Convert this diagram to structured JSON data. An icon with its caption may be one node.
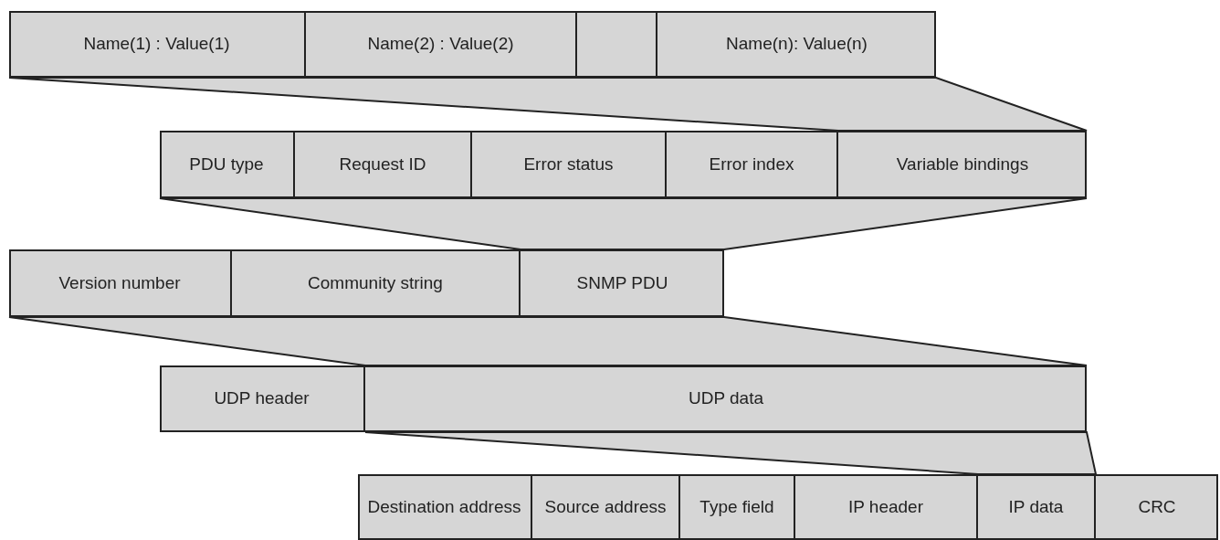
{
  "diagram": {
    "nodes": [
      {
        "text": [],
        "shape": "bar"
      },
      {
        "text": [
          "Name(1) : Value(1)"
        ],
        "in": 0
      },
      {
        "text": [
          "Name(2) : Value(2)"
        ],
        "in": 0
      },
      {
        "text": [],
        "shape": "box",
        "in": 0
      },
      {
        "text": [
          "Name(n): Value(n)"
        ],
        "in": 0
      },
      {
        "text": [],
        "shape": "bar"
      },
      {
        "text": [
          "PDU type"
        ],
        "in": 5
      },
      {
        "text": [
          "Request ID"
        ],
        "in": 5
      },
      {
        "text": [
          "Error status"
        ],
        "in": 5
      },
      {
        "text": [
          "Error index"
        ],
        "in": 5
      },
      {
        "text": [
          "Variable bindings"
        ],
        "in": 5
      },
      {
        "text": [],
        "shape": "bar"
      },
      {
        "text": [
          "Version number"
        ],
        "in": 11
      },
      {
        "text": [
          "Community string"
        ],
        "in": 11
      },
      {
        "text": [
          "SNMP PDU"
        ],
        "in": 11
      },
      {
        "text": [],
        "shape": "bar"
      },
      {
        "text": [
          "UDP header"
        ],
        "in": 15
      },
      {
        "text": [
          "UDP data"
        ],
        "in": 15
      },
      {
        "text": [],
        "shape": "bar"
      },
      {
        "text": [
          "Destination address"
        ],
        "in": 18
      },
      {
        "text": [
          "Source address"
        ],
        "in": 18
      },
      {
        "text": [
          "Type field"
        ],
        "in": 18
      },
      {
        "text": [
          "IP header"
        ],
        "in": 18
      },
      {
        "text": [
          "IP data"
        ],
        "in": 18
      },
      {
        "text": [
          "CRC"
        ],
        "in": 18
      }
    ],
    "edges": [
      {
        "from": 0,
        "to": 10,
        "arrow": "none"
      },
      {
        "from": 5,
        "to": 14,
        "arrow": "none"
      },
      {
        "from": 11,
        "to": 17,
        "arrow": "none"
      },
      {
        "from": 17,
        "to": 23,
        "arrow": "none"
      }
    ]
  }
}
